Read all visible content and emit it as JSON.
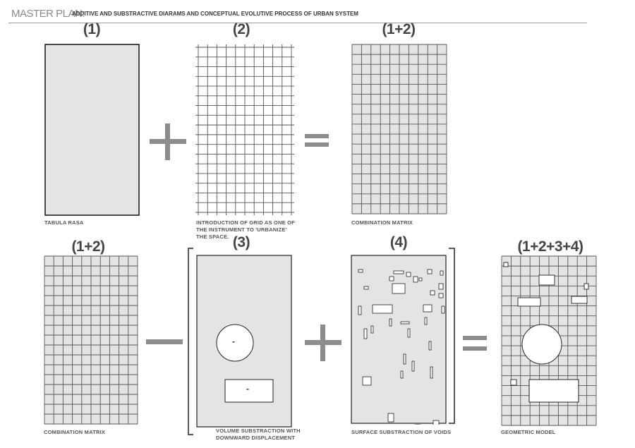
{
  "header": {
    "title_main": "MASTER PLAN:",
    "title_sub": "ADDITIVE AND SUBSTRACTIVE DIARAMS AND CONCEPTUAL EVOLUTIVE PROCESS OF URBAN SYSTEM"
  },
  "row1": {
    "labels": [
      "(1)",
      "(2)",
      "(1+2)"
    ],
    "captions": {
      "tabula": "TABULA RASA",
      "grid_line1": "INTRODUCTION OF GRID AS ONE OF",
      "grid_line2": "THE INSTRUMENT TO 'URBANIZE'",
      "grid_line3": "THE SPACE.",
      "matrix": "COMBINATION MATRIX"
    }
  },
  "row2": {
    "labels": [
      "(1+2)",
      "(3)",
      "(4)",
      "(1+2+3+4)"
    ],
    "captions": {
      "matrix": "COMBINATION MATRIX",
      "volume_line1": "VOLUME SUBSTRACTION WITH",
      "volume_line2": "DOWNWARD DISPLACEMENT",
      "voids": "SURFACE SUBSTRACTION OF  VOIDS",
      "model": "GEOMETRIC MODEL"
    },
    "minus_marks": [
      "-",
      "-"
    ]
  },
  "colors": {
    "panel_fill": "#e4e4e4",
    "grid_line": "#555555",
    "operator": "#8c8c8c",
    "frame": "#222222"
  }
}
